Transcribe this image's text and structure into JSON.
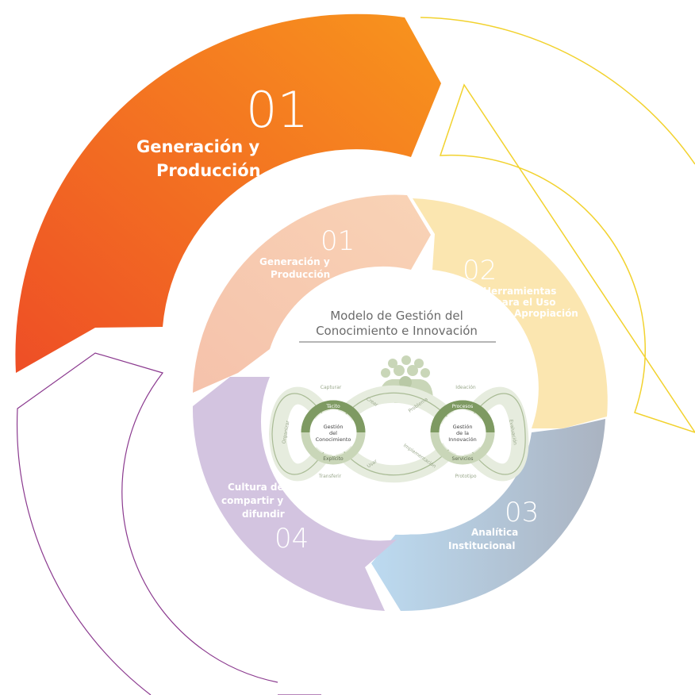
{
  "outer_segment": {
    "number": "01",
    "title_line1": "Generación y",
    "title_line2": "Producción"
  },
  "inner_segments": [
    {
      "number": "01",
      "line1": "Generación y",
      "line2": "Producción",
      "line3": ""
    },
    {
      "number": "02",
      "line1": "Herramientas",
      "line2": "para el Uso",
      "line3": "y Apropiación"
    },
    {
      "number": "03",
      "line1": "Analítica",
      "line2": "Institucional",
      "line3": ""
    },
    {
      "number": "04",
      "line1": "Cultura de",
      "line2": "compartir y",
      "line3": "difundir"
    }
  ],
  "center": {
    "title_line1": "Modelo de Gestión del",
    "title_line2": "Conocimiento e Innovación"
  },
  "infinity": {
    "left_core_line1": "Gestión",
    "left_core_line2": "del",
    "left_core_line3": "Conocimiento",
    "right_core_line1": "Gestión",
    "right_core_line2": "de la",
    "right_core_line3": "Innovación",
    "left_ring_top": "Tácito",
    "left_ring_bottom": "Explícito",
    "right_ring_top": "Procesos",
    "right_ring_bottom": "Servicios",
    "loop_labels": {
      "capturar": "Capturar",
      "organizar": "Organizar",
      "transferir": "Transferir",
      "crear_top": "Crear",
      "crear_bottom": "Usar",
      "problema": "Problema",
      "ideacion": "Ideación",
      "evaluacion": "Evaluación",
      "prototipo": "Prototipo",
      "implementacion": "Implementación"
    }
  },
  "colors": {
    "outer_orange_start": "#ef5a24",
    "outer_orange_end": "#f7941d",
    "outer_yellow_outline": "#f2d22e",
    "outer_purple_outline": "#8b3a8f",
    "seg1": "#f6c6ad",
    "seg2": "#fbe6b0",
    "seg3_start": "#b7d5ec",
    "seg3_end": "#aeb8c6",
    "seg4": "#d3c4e0",
    "green_dark": "#7e9a62",
    "green_light": "#c9d6b8"
  }
}
